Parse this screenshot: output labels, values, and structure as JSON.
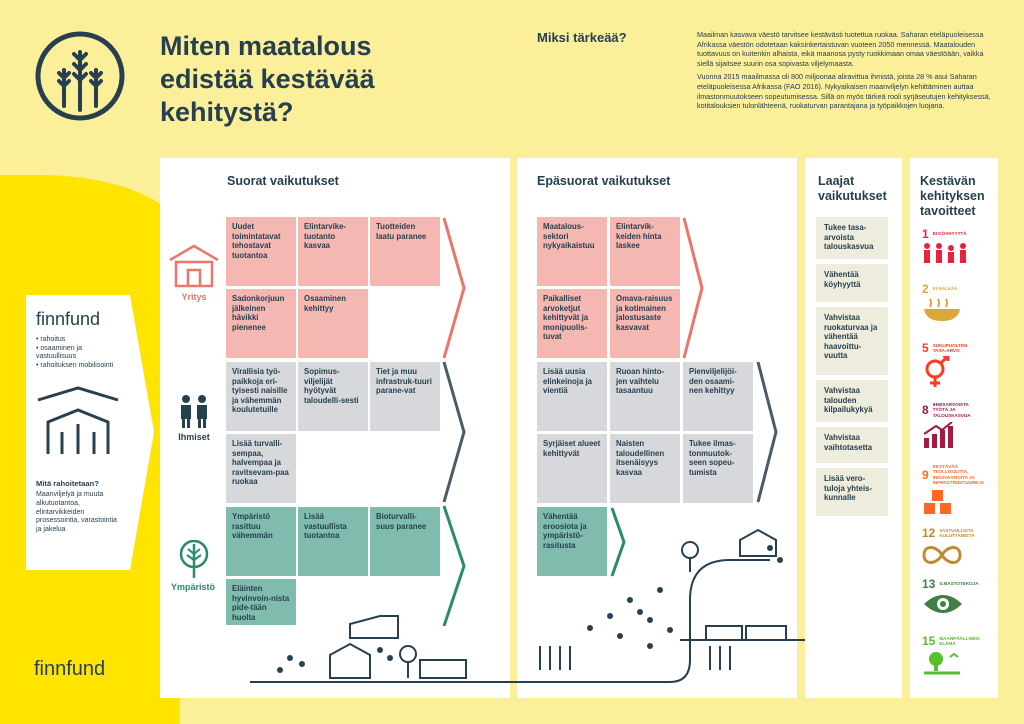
{
  "title": {
    "line1": "Miten maatalous",
    "line2": "edistää kestävää",
    "line3": "kehitystä?"
  },
  "why": {
    "heading": "Miksi tärkeää?",
    "p1": "Maailman kasvava väestö tarvitsee kestävästi tuotettua ruokaa. Saharan eteläpuoleisessa Afrikassa väestön odotetaan kaksinkertaistuvan vuoteen 2050 mennessä. Maatalouden tuottavuus on kuitenkin alhaista, eikä maanosa pysty ruokkimaan omaa väestöään, vaikka siellä sijaitsee suurin osa sopivasta viljelymaasta.",
    "p2": "Vuonna 2015 maailmassa oli 800 miljoonaa aliravittua ihmistä, joista 28 % asui Saharan eteläpuoleisessa Afrikassa (FAO 2016). Nykyaikaisen maanviljelyn kehittäminen auttaa ilmastonmuutokseen sopeutumisessa. Sillä on myös tärkeä rooli syrjäseutujen kehityksessä, kotitalouksien tulonlähteenä, ruokaturvan parantajana ja työpaikkojen luojana."
  },
  "finnfund": {
    "brand": "finnfund",
    "items": [
      "rahoitus",
      "osaaminen ja vastuullisuus",
      "rahoituksen mobilisointi"
    ],
    "question": "Mitä rahoitetaan?",
    "answer": "Maanviljelyä ja muuta alkutuotantoa, elintarvikkeiden prosessointia, varastointia ja jakelua",
    "brand_bottom": "finnfund"
  },
  "rows": {
    "company": "Yritys",
    "people": "Ihmiset",
    "env": "Ympäristö"
  },
  "direct": {
    "heading": "Suorat vaikutukset",
    "c1": "Uudet toimintatavat tehostavat tuotantoa",
    "c2": "Elintarvike-tuotanto kasvaa",
    "c3": "Tuotteiden laatu paranee",
    "c4": "Sadonkorjuun jälkeinen hävikki pienenee",
    "c5": "Osaaminen kehittyy",
    "p1": "Virallisia työ-paikkoja eri-tyisesti naisille ja vähemmän koulutetuille",
    "p2": "Sopimus-viljelijät hyötyvät taloudelli-sesti",
    "p3": "Tiet ja muu infrastruk-tuuri parane-vat",
    "p4": "Lisää turvalli-sempaa, halvempaa ja ravitsevam-paa ruokaa",
    "e1": "Ympäristö rasittuu vähemmän",
    "e2": "Lisää vastuullista tuotantoa",
    "e3": "Bioturvalli-suus paranee",
    "e4": "Eläinten hyvinvoin-nista pide-tään huolta"
  },
  "indirect": {
    "heading": "Epäsuorat vaikutukset",
    "c1": "Maatalous-sektori nykyaikaistuu",
    "c2": "Elintarvik-keiden hinta laskee",
    "c3": "Paikalliset arvoketjut kehittyvät ja monipuolis-tuvat",
    "c4": "Omava-raisuus ja kotimainen jalostusaste kasvavat",
    "p1": "Lisää uusia elinkeinoja ja vientiä",
    "p2": "Ruoan hinto-jen vaihtelu tasaantuu",
    "p3": "Pienviljelijöi-den osaami-nen kehittyy",
    "p4": "Syrjäiset alueet kehittyvät",
    "p5": "Naisten taloudellinen itsenäisyys kasvaa",
    "p6": "Tukee ilmas-tonmuutok-seen sopeu-tumista",
    "e1": "Vähentää eroosiota ja ympäristö-rasitusta"
  },
  "broad": {
    "heading": "Laajat vaikutukset",
    "items": [
      "Tukee tasa-arvoista talouskasvua",
      "Vähentää köyhyyttä",
      "Vahvistaa ruokaturvaa ja vähentää haavoittu-vuutta",
      "Vahvistaa talouden kilpailukykyä",
      "Vahvistaa vaihtotasetta",
      "Lisää vero-tuloja yhteis-kunnalle"
    ]
  },
  "sdg": {
    "heading": "Kestävän kehityksen tavoitteet",
    "goals": [
      {
        "num": "1",
        "label": "EI KÖYHYYTTÄ",
        "color": "#e5243b"
      },
      {
        "num": "2",
        "label": "EI NÄLKÄÄ",
        "color": "#dda63a"
      },
      {
        "num": "5",
        "label": "SUKUPUOLTEN TASA-ARVO",
        "color": "#ff3a21"
      },
      {
        "num": "8",
        "label": "IHMISARVOISTA TYÖTÄ JA TALOUSKASVUA",
        "color": "#a21942"
      },
      {
        "num": "9",
        "label": "KESTÄVÄÄ TEOLLISUUTTA, INNOVAATIOITA JA INFRASTRUKTUUREJA",
        "color": "#fd6925"
      },
      {
        "num": "12",
        "label": "VASTUULLISTA KULUTTAMISTA",
        "color": "#bf8b2e"
      },
      {
        "num": "13",
        "label": "ILMASTOTEKOJA",
        "color": "#3f7e44"
      },
      {
        "num": "15",
        "label": "MAANPÄÄLLINEN ELÄMÄ",
        "color": "#56c02b"
      }
    ]
  }
}
